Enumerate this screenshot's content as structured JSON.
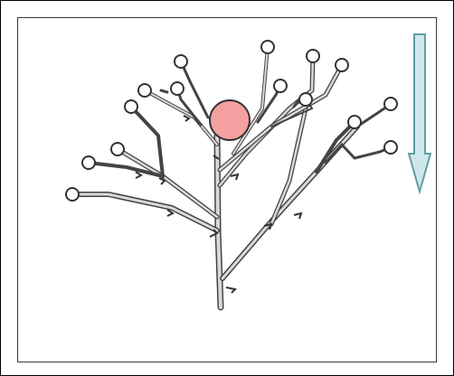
{
  "figure": {
    "subject": "branching-inflorescence",
    "colors": {
      "background": "#ffffff",
      "border": "#000000",
      "stem_fill": "#d9d9d9",
      "stem_edge": "#444444",
      "highlight_circle": "#f4a0a0",
      "arrow_fill": "#cfe6ea",
      "arrow_edge": "#5f9ea0"
    },
    "arrow_direction": "down",
    "highlighted_node": "top-of-main-axis"
  }
}
